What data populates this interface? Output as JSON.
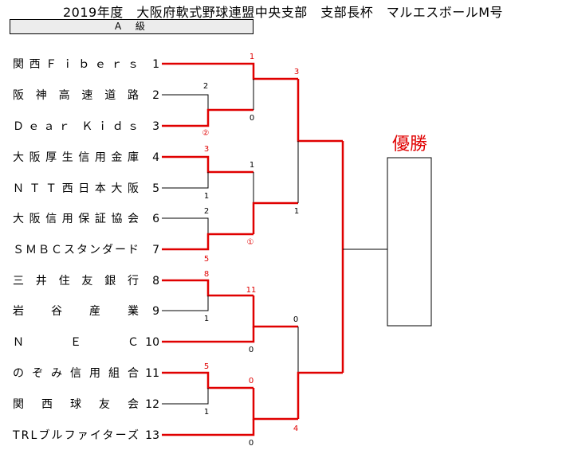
{
  "title": "2019年度　大阪府軟式野球連盟中央支部　支部長杯　マルエスボールM号",
  "class_label": "Ａ 級",
  "champion_label": "優勝",
  "teams": [
    {
      "name": "関西Ｆｉｂｅｒｓ",
      "seed": "1"
    },
    {
      "name": "阪神高速道路",
      "seed": "2"
    },
    {
      "name": "Ｄｅａｒ Ｋｉｄｓ",
      "seed": "3"
    },
    {
      "name": "大阪厚生信用金庫",
      "seed": "4"
    },
    {
      "name": "ＮＴＴ西日本大阪",
      "seed": "5"
    },
    {
      "name": "大阪信用保証協会",
      "seed": "6"
    },
    {
      "name": "ＳＭＢＣスタンダード",
      "seed": "7"
    },
    {
      "name": "三井住友銀行",
      "seed": "8"
    },
    {
      "name": "岩谷産業",
      "seed": "9"
    },
    {
      "name": "ＮＥＣ",
      "seed": "10"
    },
    {
      "name": "のぞみ信用組合",
      "seed": "11"
    },
    {
      "name": "関西球友会",
      "seed": "12"
    },
    {
      "name": "TRLブルファイターズ",
      "seed": "13"
    }
  ],
  "scores": [
    {
      "id": "m1-winner",
      "text": "②",
      "winner": true
    },
    {
      "id": "m1-loser",
      "text": "2",
      "winner": false
    },
    {
      "id": "m2-winner",
      "text": "3",
      "winner": true
    },
    {
      "id": "m2-loser",
      "text": "1",
      "winner": false
    },
    {
      "id": "m3-winner",
      "text": "5",
      "winner": true
    },
    {
      "id": "m3-loser",
      "text": "2",
      "winner": false
    },
    {
      "id": "m4-winner",
      "text": "8",
      "winner": true
    },
    {
      "id": "m4-loser",
      "text": "1",
      "winner": false
    },
    {
      "id": "m5-winner",
      "text": "5",
      "winner": true
    },
    {
      "id": "m5-loser",
      "text": "1",
      "winner": false
    },
    {
      "id": "q1-winner",
      "text": "1",
      "winner": true
    },
    {
      "id": "q1-loser",
      "text": "0",
      "winner": false
    },
    {
      "id": "q2-winner",
      "text": "①",
      "winner": true
    },
    {
      "id": "q2-loser",
      "text": "1",
      "winner": false
    },
    {
      "id": "q3-winner",
      "text": "11",
      "winner": true
    },
    {
      "id": "q3-loser",
      "text": "0",
      "winner": false
    },
    {
      "id": "q4-winner",
      "text": "0",
      "winner": true
    },
    {
      "id": "q4-loser",
      "text": "0",
      "winner": false
    },
    {
      "id": "s1-winner",
      "text": "3",
      "winner": true
    },
    {
      "id": "s1-loser",
      "text": "1",
      "winner": false
    },
    {
      "id": "s2-loser",
      "text": "0",
      "winner": false
    },
    {
      "id": "s2-winner",
      "text": "4",
      "winner": true
    }
  ],
  "colors": {
    "win_line": "#e00000",
    "line": "#000000",
    "win_text": "#e00000"
  }
}
